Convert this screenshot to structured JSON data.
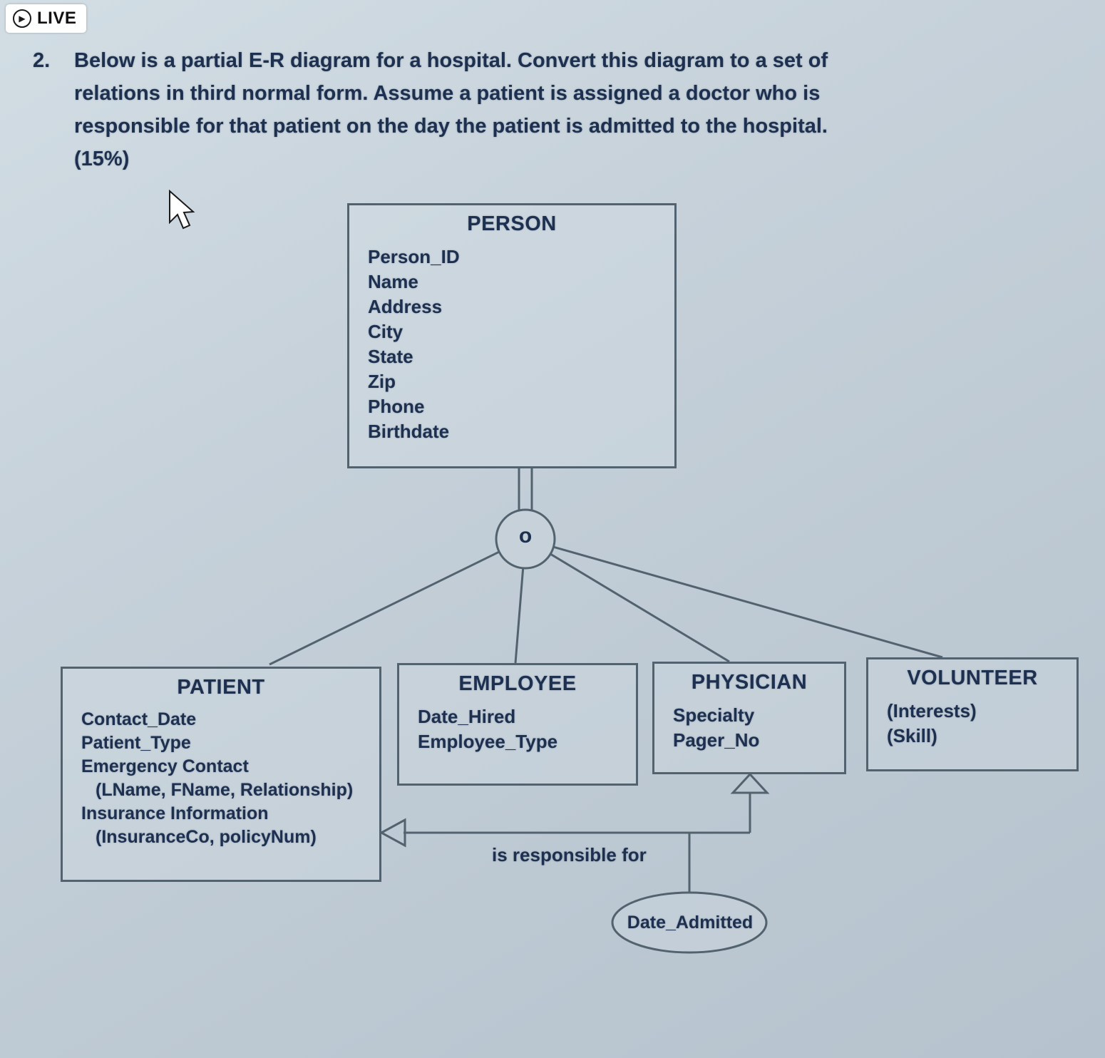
{
  "live_badge": {
    "label": "LIVE"
  },
  "question": {
    "number": "2.",
    "lines": [
      "Below is a partial E-R diagram for a hospital.  Convert this diagram to a set of",
      "relations in third normal form. Assume a patient is assigned a doctor who is",
      "responsible for that patient on the day the patient is admitted to the hospital.",
      "(15%)"
    ]
  },
  "diagram": {
    "person": {
      "title": "PERSON",
      "attributes": [
        "Person_ID",
        "Name",
        "Address",
        "City",
        "State",
        "Zip",
        "Phone",
        "Birthdate"
      ]
    },
    "subtype_circle": {
      "label": "o"
    },
    "patient": {
      "title": "PATIENT",
      "attributes": [
        "Contact_Date",
        "Patient_Type",
        "Emergency Contact",
        "(LName, FName, Relationship)",
        "Insurance Information",
        "(InsuranceCo, policyNum)"
      ]
    },
    "employee": {
      "title": "EMPLOYEE",
      "attributes": [
        "Date_Hired",
        "Employee_Type"
      ]
    },
    "physician": {
      "title": "PHYSICIAN",
      "attributes": [
        "Specialty",
        "Pager_No"
      ]
    },
    "volunteer": {
      "title": "VOLUNTEER",
      "attributes": [
        "(Interests)",
        "(Skill)"
      ]
    },
    "relationship": {
      "label": "is responsible for"
    },
    "date_admitted": {
      "label": "Date_Admitted"
    }
  },
  "colors": {
    "text": "#1d3050",
    "line": "#52626e",
    "background": "#c4cfd8",
    "badge_background": "#ffffff"
  }
}
